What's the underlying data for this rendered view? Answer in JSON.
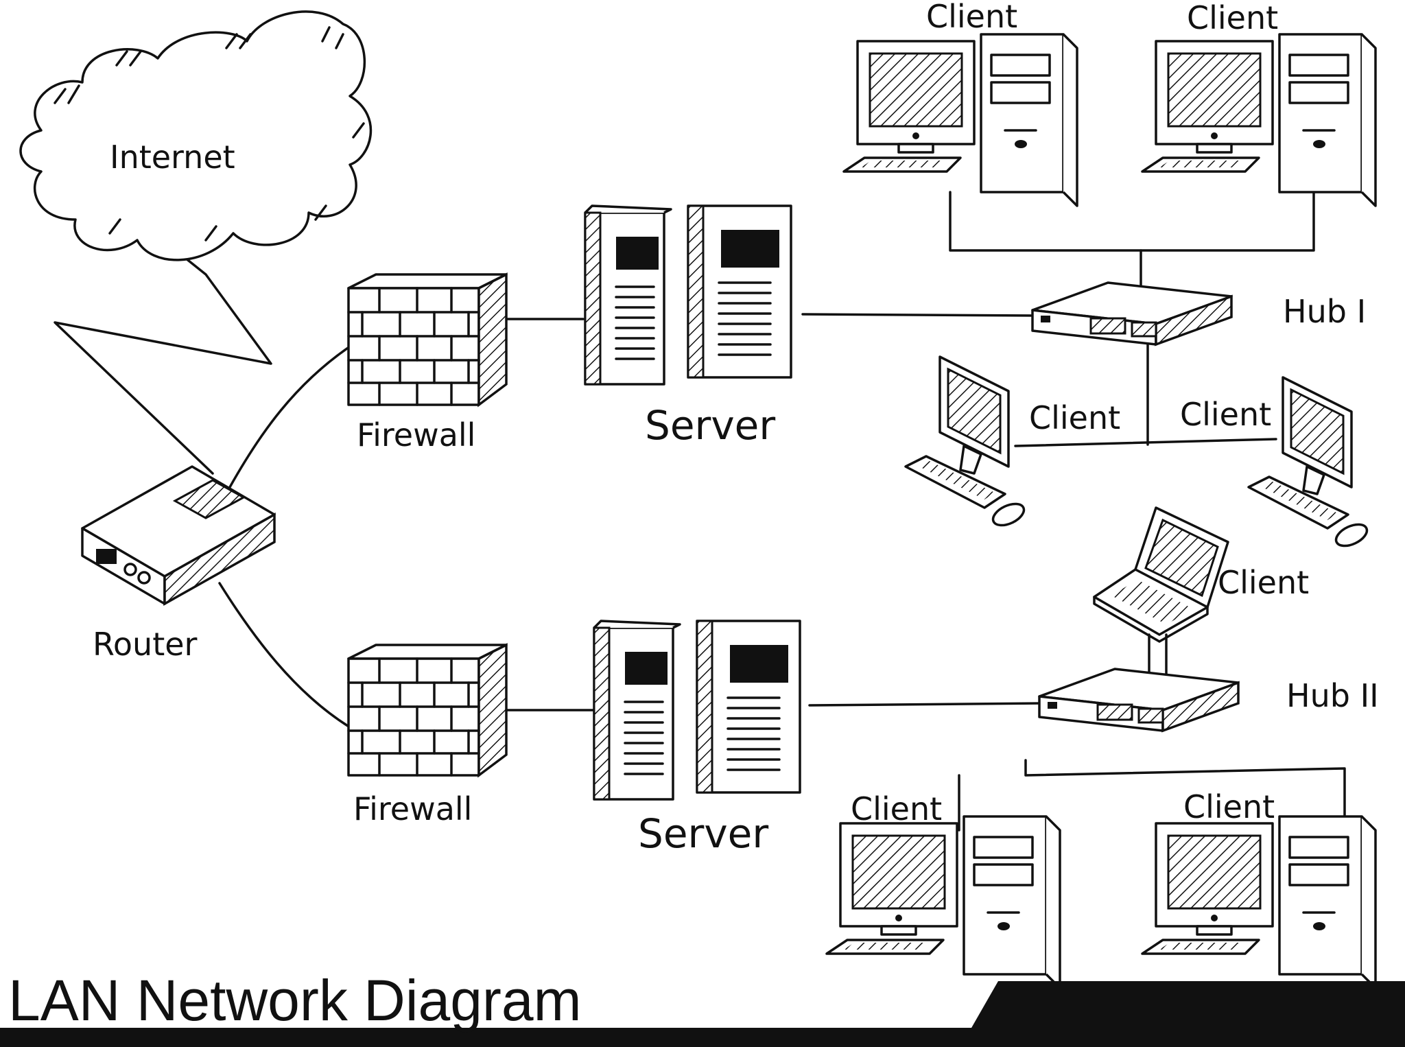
{
  "title": "LAN Network Diagram",
  "labels": {
    "internet": "Internet",
    "router": "Router",
    "firewall_top": "Firewall",
    "firewall_bottom": "Firewall",
    "server_top": "Server",
    "server_bottom": "Server",
    "hub1": "Hub I",
    "hub2": "Hub II",
    "client": "Client"
  },
  "colors": {
    "ink": "#111111",
    "paper": "#ffffff"
  }
}
